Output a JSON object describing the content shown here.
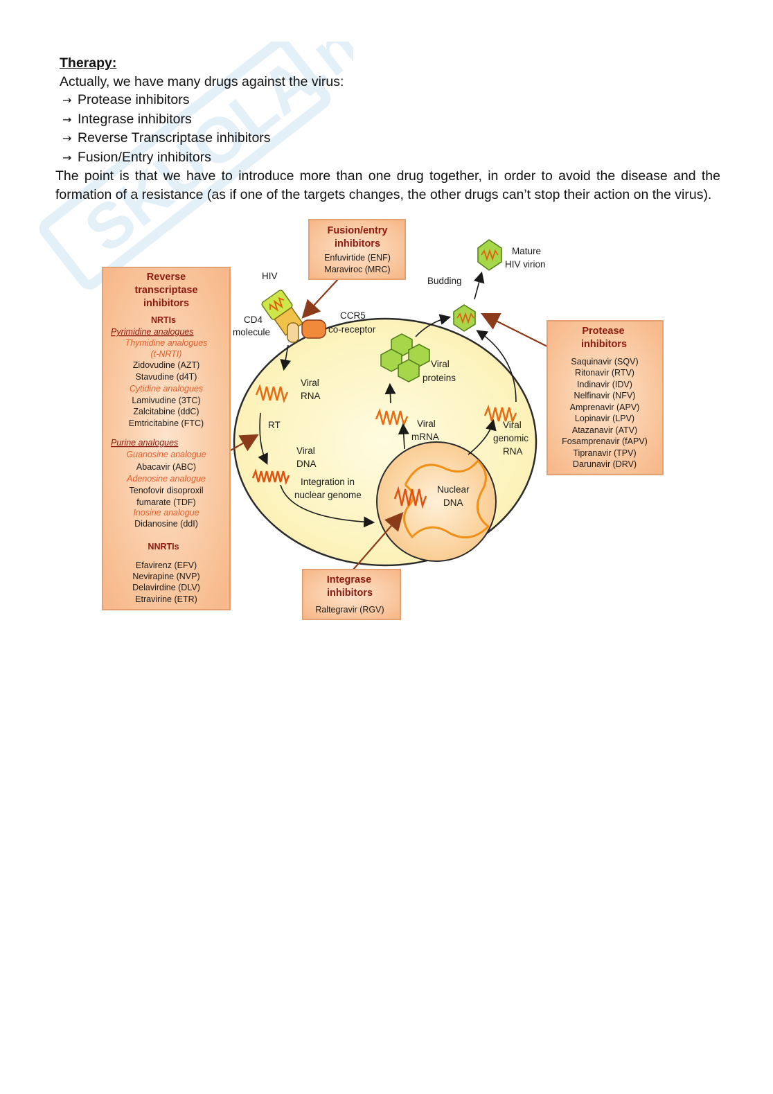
{
  "document": {
    "heading": "Therapy:",
    "intro": "Actually, we have many drugs against the virus:",
    "drug_classes": [
      "Protease inhibitors",
      "Integrase inhibitors",
      "Reverse Transcriptase inhibitors",
      "Fusion/Entry inhibitors"
    ],
    "paragraph": "The point is that we have to introduce more than one drug together, in order to avoid the disease and the formation of a resistance (as if one of the targets changes, the other drugs can’t stop their action on the virus).",
    "watermark": "SKUOLA.net il portale dello studente"
  },
  "figure": {
    "colors": {
      "cell": "#fdf7c8",
      "cell_border": "#2b2b2b",
      "box_fill": "#f8c79a",
      "box_border": "#e4a070",
      "drug_arrow": "#8b3a1a",
      "virion": "#a6d64a",
      "rna": "#e86a10",
      "nucleus": "#fbd7a6"
    },
    "labels": {
      "hiv": "HIV",
      "cd4": "CD4",
      "cd4_2": "molecule",
      "ccr5": "CCR5",
      "ccr5_2": "co-receptor",
      "viral_rna": "Viral",
      "viral_rna_2": "RNA",
      "rt": "RT",
      "viral_dna": "Viral",
      "viral_dna_2": "DNA",
      "integration": "Integration in",
      "integration_2": "nuclear genome",
      "nuclear": "Nuclear",
      "nuclear_2": "DNA",
      "viral_mrna": "Viral",
      "viral_mrna_2": "mRNA",
      "viral_proteins": "Viral",
      "viral_proteins_2": "proteins",
      "viral_genomic": "Viral",
      "viral_genomic_2": "genomic",
      "viral_genomic_3": "RNA",
      "budding": "Budding",
      "mature": "Mature",
      "mature_2": "HIV virion"
    },
    "fusion_box": {
      "title_1": "Fusion/entry",
      "title_2": "inhibitors",
      "drugs": [
        "Enfuvirtide (ENF)",
        "Maraviroc (MRC)"
      ]
    },
    "rt_box": {
      "title_1": "Reverse",
      "title_2": "transcriptase",
      "title_3": "inhibitors",
      "nrtis": "NRTIs",
      "pyrimidine": "Pyrimidine analogues",
      "thymidine": "Thymidine analogues",
      "tnrti": "(t-NRTI)",
      "thymidine_drugs": [
        "Zidovudine (AZT)",
        "Stavudine (d4T)"
      ],
      "cytidine": "Cytidine analogues",
      "cytidine_drugs": [
        "Lamivudine (3TC)",
        "Zalcitabine (ddC)",
        "Emtricitabine (FTC)"
      ],
      "purine": "Purine analogues",
      "guanosine": "Guanosine analogue",
      "guanosine_drug": "Abacavir (ABC)",
      "adenosine": "Adenosine analogue",
      "adenosine_drug_1": "Tenofovir disoproxil",
      "adenosine_drug_2": "fumarate (TDF)",
      "inosine": "Inosine analogue",
      "inosine_drug": "Didanosine (ddI)",
      "nnrtis": "NNRTIs",
      "nnrti_drugs": [
        "Efavirenz (EFV)",
        "Nevirapine (NVP)",
        "Delavirdine (DLV)",
        "Etravirine (ETR)"
      ]
    },
    "protease_box": {
      "title_1": "Protease",
      "title_2": "inhibitors",
      "drugs": [
        "Saquinavir (SQV)",
        "Ritonavir (RTV)",
        "Indinavir (IDV)",
        "Nelfinavir (NFV)",
        "Amprenavir (APV)",
        "Lopinavir (LPV)",
        "Atazanavir (ATV)",
        "Fosamprenavir (fAPV)",
        "Tipranavir (TPV)",
        "Darunavir (DRV)"
      ]
    },
    "integrase_box": {
      "title_1": "Integrase",
      "title_2": "inhibitors",
      "drugs": [
        "Raltegravir (RGV)"
      ]
    }
  }
}
